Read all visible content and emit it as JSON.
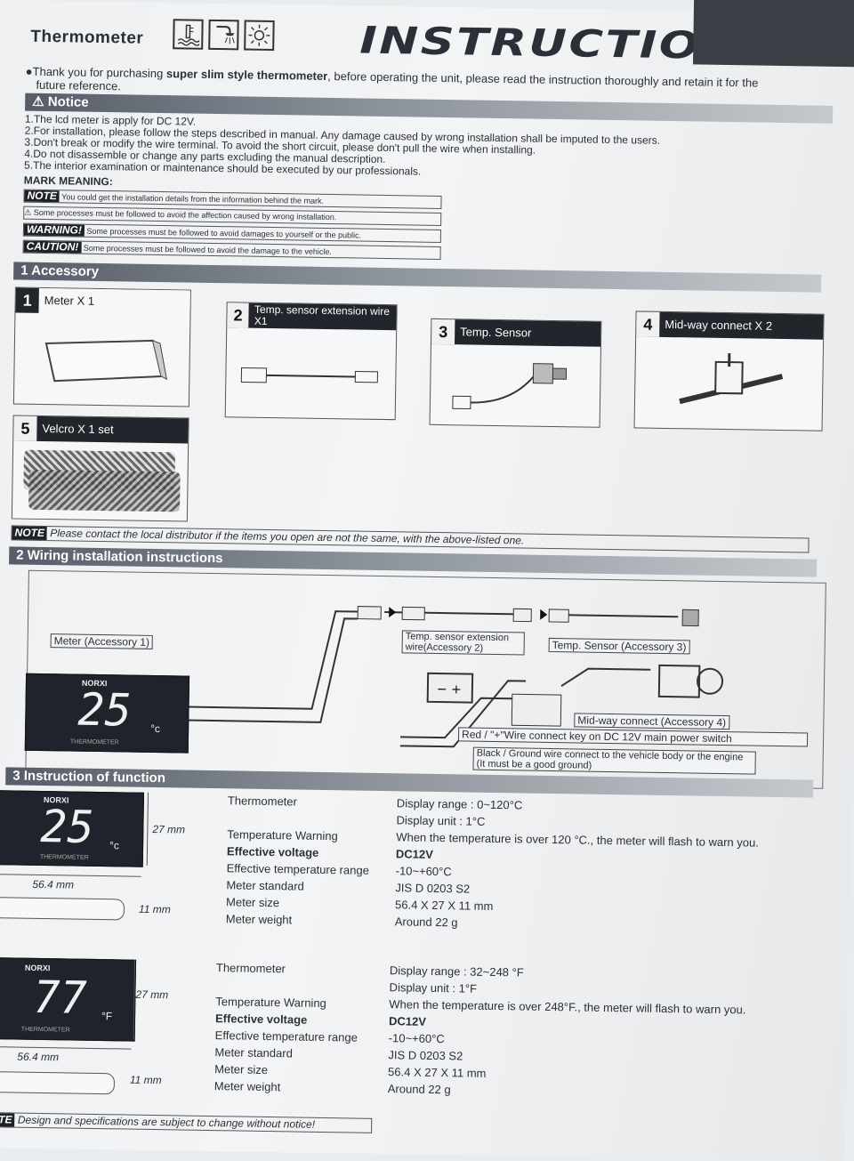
{
  "header": {
    "thermometer": "Thermometer",
    "instruction": "INSTRUCTION",
    "intro_1_a": "Thank you for purchasing",
    "intro_1_bold": "super slim style thermometer",
    "intro_1_b": ", before operating the unit, please read the instruction thoroughly and retain it for the",
    "intro_2": "future reference.",
    "icons": [
      "water-temp-icon",
      "shower-icon",
      "sun-icon"
    ]
  },
  "notice": {
    "title": "Notice",
    "items": [
      "1.The lcd meter is apply for DC 12V.",
      "2.For installation, please follow the steps described in manual. Any damage caused by wrong installation shall be imputed to the users.",
      "3.Don't break or modify the wire terminal. To avoid the short circuit, please don't pull the wire when installing.",
      "4.Do not disassemble or change any parts excluding the manual description.",
      "5.The interior examination or maintenance should be executed by our professionals."
    ],
    "mark_meaning": "MARK MEANING:",
    "marks": [
      {
        "label": "NOTE",
        "text": "You could get the installation details from the information behind the mark."
      },
      {
        "label": "⚠",
        "text": "Some processes must be followed to avoid the affection caused by wrong installation."
      },
      {
        "label": "WARNING!",
        "text": "Some processes must be followed to avoid damages to yourself or the public."
      },
      {
        "label": "CAUTION!",
        "text": "Some processes must be followed to avoid the damage to the vehicle."
      }
    ]
  },
  "accessory": {
    "title": "1 Accessory",
    "items": [
      {
        "num": "1",
        "label": "Meter X 1"
      },
      {
        "num": "2",
        "label": "Temp. sensor extension wire X1"
      },
      {
        "num": "3",
        "label": "Temp. Sensor"
      },
      {
        "num": "4",
        "label": "Mid-way connect X 2"
      },
      {
        "num": "5",
        "label": "Velcro X 1 set"
      }
    ],
    "note_label": "NOTE",
    "note": "Please contact the local distributor if the items you open are not the same, with the above-listed one."
  },
  "wiring": {
    "title": "2 Wiring installation instructions",
    "meter_label": "Meter (Accessory 1)",
    "extension_label": "Temp. sensor extension wire(Accessory 2)",
    "sensor_label": "Temp. Sensor (Accessory 3)",
    "midway_label": "Mid-way connect (Accessory 4)",
    "red_wire": "Red / \"+\"Wire connect key on DC 12V main power switch",
    "black_wire": "Black / Ground wire connect to the vehicle body or the engine (It must be a good ground)",
    "brand": "NORXI",
    "display": "25",
    "unit": "°c",
    "meter_caption": "THERMOMETER"
  },
  "function": {
    "title": "3 Instruction of function",
    "celsius": {
      "brand": "NORXI",
      "display": "25",
      "unit": "°c",
      "caption": "THERMOMETER",
      "height": "27 mm",
      "width": "56.4 mm",
      "depth": "11 mm",
      "rows": [
        {
          "label": "Thermometer",
          "value": "Display range : 0~120°C"
        },
        {
          "label": "",
          "value": "Display unit : 1°C"
        },
        {
          "label": "Temperature Warning",
          "value": "When the temperature is over 120 °C., the meter will flash to warn you."
        },
        {
          "label": "Effective voltage",
          "value": "DC12V"
        },
        {
          "label": "Effective temperature range",
          "value": "-10~+60°C"
        },
        {
          "label": "Meter standard",
          "value": "JIS D 0203 S2"
        },
        {
          "label": "Meter size",
          "value": "56.4 X 27 X 11 mm"
        },
        {
          "label": "Meter weight",
          "value": "Around 22 g"
        }
      ]
    },
    "fahrenheit": {
      "brand": "NORXI",
      "display": "77",
      "unit": "°F",
      "caption": "THERMOMETER",
      "height": "27 mm",
      "width": "56.4 mm",
      "depth": "11 mm",
      "rows": [
        {
          "label": "Thermometer",
          "value": "Display range : 32~248 °F"
        },
        {
          "label": "",
          "value": "Display unit : 1°F"
        },
        {
          "label": "Temperature Warning",
          "value": "When the temperature is over 248°F., the meter will flash to warn you."
        },
        {
          "label": "Effective voltage",
          "value": "DC12V"
        },
        {
          "label": "Effective temperature range",
          "value": "-10~+60°C"
        },
        {
          "label": "Meter standard",
          "value": "JIS D 0203 S2"
        },
        {
          "label": "Meter size",
          "value": "56.4 X 27 X 11 mm"
        },
        {
          "label": "Meter weight",
          "value": "Around 22 g"
        }
      ]
    },
    "note_label": "NOTE",
    "note": "Design and specifications are subject to change without notice!"
  }
}
